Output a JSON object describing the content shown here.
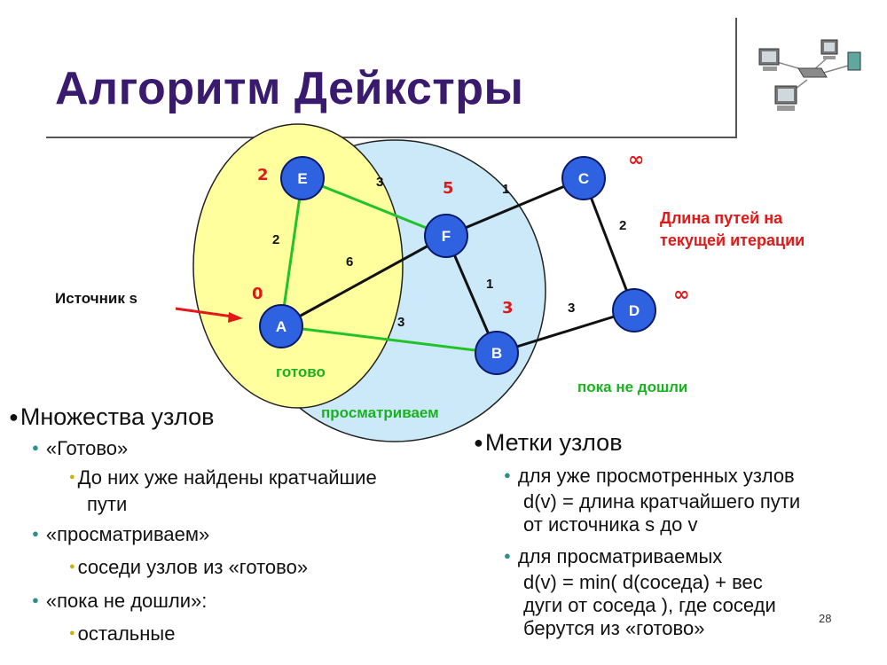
{
  "title": "Алгоритм Дейкстры",
  "page_number": "28",
  "graph": {
    "nodes": [
      {
        "id": "E",
        "label": "E",
        "dist": "2"
      },
      {
        "id": "F",
        "label": "F",
        "dist": "5"
      },
      {
        "id": "C",
        "label": "C",
        "dist": "∞"
      },
      {
        "id": "A",
        "label": "A",
        "dist": "0"
      },
      {
        "id": "B",
        "label": "B",
        "dist": "3"
      },
      {
        "id": "D",
        "label": "D",
        "dist": "∞"
      }
    ],
    "edges": [
      {
        "from": "E",
        "to": "F",
        "weight": "3"
      },
      {
        "from": "E",
        "to": "A",
        "weight": "2"
      },
      {
        "from": "A",
        "to": "F",
        "weight": "6"
      },
      {
        "from": "A",
        "to": "B",
        "weight": "3"
      },
      {
        "from": "F",
        "to": "B",
        "weight": "1"
      },
      {
        "from": "F",
        "to": "C",
        "weight": "1"
      },
      {
        "from": "C",
        "to": "D",
        "weight": "2"
      },
      {
        "from": "B",
        "to": "D",
        "weight": "3"
      }
    ],
    "source_label": "Источник s",
    "set_done": "готово",
    "set_view": "просматриваем",
    "set_rest": "пока не дошли",
    "legend": [
      "Длина путей на",
      "текущей итерации"
    ],
    "colors": {
      "done_fill": "#ffff9e",
      "view_fill": "#cbe9f8",
      "node_fill": "#2e62e0",
      "green_edge": "#22c32a",
      "accent_red": "#e01818"
    }
  },
  "left_list": {
    "heading": "Множества узлов",
    "item1": "«Готово»",
    "item1_sub": [
      "До них уже найдены кратчайшие",
      "пути"
    ],
    "item2": "«просматриваем»",
    "item2_sub": "соседи узлов из «готово»",
    "item3": "«пока не дошли»:",
    "item3_sub": "остальные"
  },
  "right_list": {
    "heading": "Метки узлов",
    "item1": [
      "для уже просмотренных узлов",
      "d(v) = длина кратчайшего пути",
      "от источника s до v"
    ],
    "item2": [
      "для просматриваемых",
      "d(v) = min( d(соседа) + вес",
      "дуги от соседа ), где соседи",
      "берутся из «готово»"
    ]
  }
}
